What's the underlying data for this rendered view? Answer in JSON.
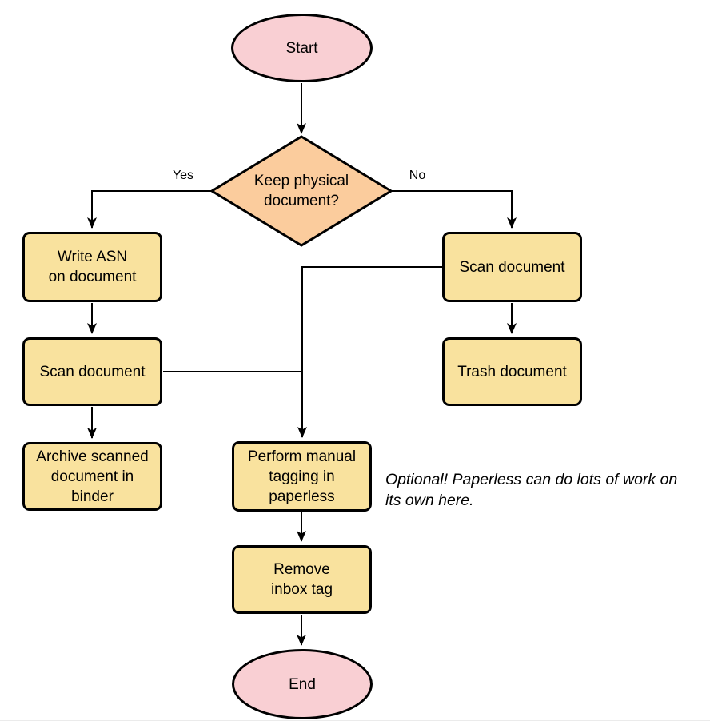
{
  "diagram": {
    "type": "flowchart",
    "background": "#ffffff"
  },
  "colors": {
    "terminal_fill": "#f9cfd3",
    "decision_fill": "#fbcc9d",
    "process_fill": "#f9e29e",
    "stroke": "#000000",
    "line": "#000000",
    "hairline": "#ebebeb"
  },
  "nodes": {
    "start": {
      "type": "terminal",
      "lines": [
        "Start"
      ]
    },
    "decision": {
      "type": "decision",
      "lines": [
        "Keep physical",
        "document?"
      ]
    },
    "write_asn": {
      "type": "process",
      "lines": [
        "Write ASN",
        "on document"
      ]
    },
    "scan_left": {
      "type": "process",
      "lines": [
        "Scan document"
      ]
    },
    "archive": {
      "type": "process",
      "lines": [
        "Archive scanned",
        "document in",
        "binder"
      ]
    },
    "scan_right": {
      "type": "process",
      "lines": [
        "Scan document"
      ]
    },
    "trash": {
      "type": "process",
      "lines": [
        "Trash document"
      ]
    },
    "perform_tagging": {
      "type": "process",
      "lines": [
        "Perform manual",
        "tagging in",
        "paperless"
      ]
    },
    "remove_inbox": {
      "type": "process",
      "lines": [
        "Remove",
        "inbox tag"
      ]
    },
    "end": {
      "type": "terminal",
      "lines": [
        "End"
      ]
    }
  },
  "edge_labels": {
    "yes": "Yes",
    "no": "No"
  },
  "annotation": {
    "line1": "Optional! Paperless can do lots of work on",
    "line2": "its own here."
  }
}
